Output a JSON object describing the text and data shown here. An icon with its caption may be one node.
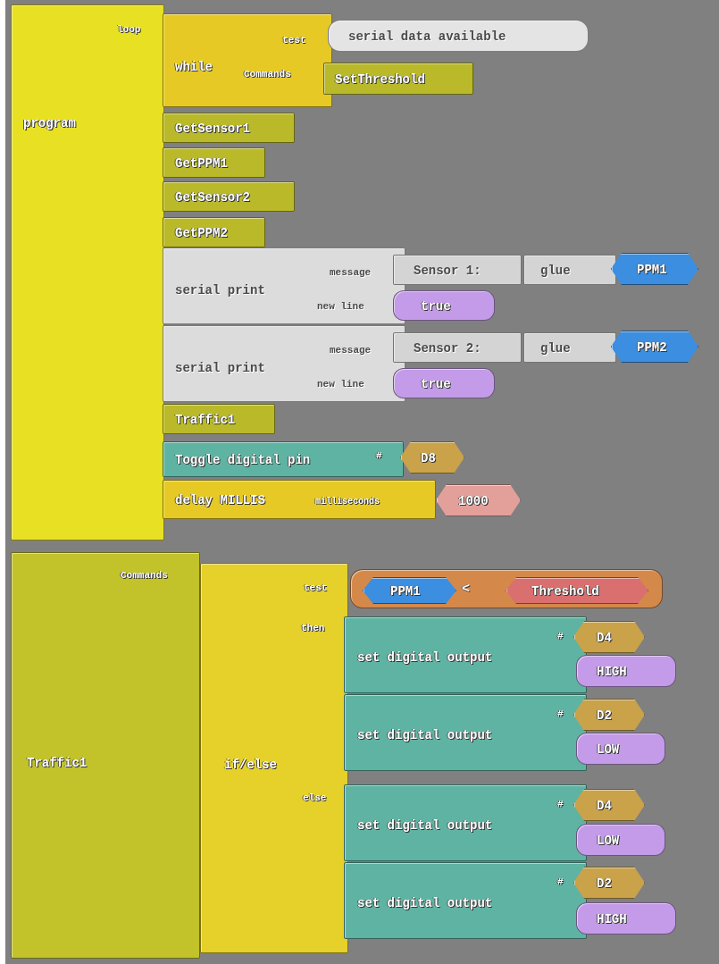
{
  "diagram": {
    "nodes": [
      {
        "text": [
          "program",
          "loop"
        ]
      },
      {
        "text": [
          "while",
          "test",
          "Commands"
        ]
      },
      {
        "text": [
          "serial data available"
        ]
      },
      {
        "text": [
          "SetThreshold"
        ]
      },
      {
        "text": [
          "GetSensor1"
        ]
      },
      {
        "text": [
          "GetPPM1"
        ]
      },
      {
        "text": [
          "GetSensor2"
        ]
      },
      {
        "text": [
          "GetPPM2"
        ]
      },
      {
        "text": [
          "serial print",
          "message",
          "new line"
        ]
      },
      {
        "text": [
          "Sensor 1:"
        ]
      },
      {
        "text": [
          "glue"
        ]
      },
      {
        "text": [
          "PPM1"
        ]
      },
      {
        "text": [
          "true"
        ]
      },
      {
        "text": [
          "serial print",
          "message",
          "new line"
        ]
      },
      {
        "text": [
          "Sensor 2:"
        ]
      },
      {
        "text": [
          "glue"
        ]
      },
      {
        "text": [
          "PPM2"
        ]
      },
      {
        "text": [
          "true"
        ]
      },
      {
        "text": [
          "Traffic1"
        ]
      },
      {
        "text": [
          "Toggle digital pin",
          "#"
        ]
      },
      {
        "text": [
          "D8"
        ]
      },
      {
        "text": [
          "delay MILLIS",
          "milliseconds"
        ]
      },
      {
        "text": [
          "1000"
        ]
      },
      {
        "text": [
          "Traffic1",
          "Commands"
        ]
      },
      {
        "text": [
          "if/else",
          "test",
          "then",
          "else"
        ]
      },
      {
        "text": [
          "<"
        ]
      },
      {
        "text": [
          "PPM1"
        ],
        "in": 25
      },
      {
        "text": [
          "Threshold"
        ],
        "in": 25
      },
      {
        "text": [
          "set digital output",
          "#"
        ]
      },
      {
        "text": [
          "D4"
        ]
      },
      {
        "text": [
          "HIGH"
        ]
      },
      {
        "text": [
          "set digital output",
          "#"
        ]
      },
      {
        "text": [
          "D2"
        ]
      },
      {
        "text": [
          "LOW"
        ]
      },
      {
        "text": [
          "set digital output",
          "#"
        ]
      },
      {
        "text": [
          "D4"
        ]
      },
      {
        "text": [
          "LOW"
        ]
      },
      {
        "text": [
          "set digital output",
          "#"
        ]
      },
      {
        "text": [
          "D2"
        ]
      },
      {
        "text": [
          "HIGH"
        ]
      }
    ]
  }
}
